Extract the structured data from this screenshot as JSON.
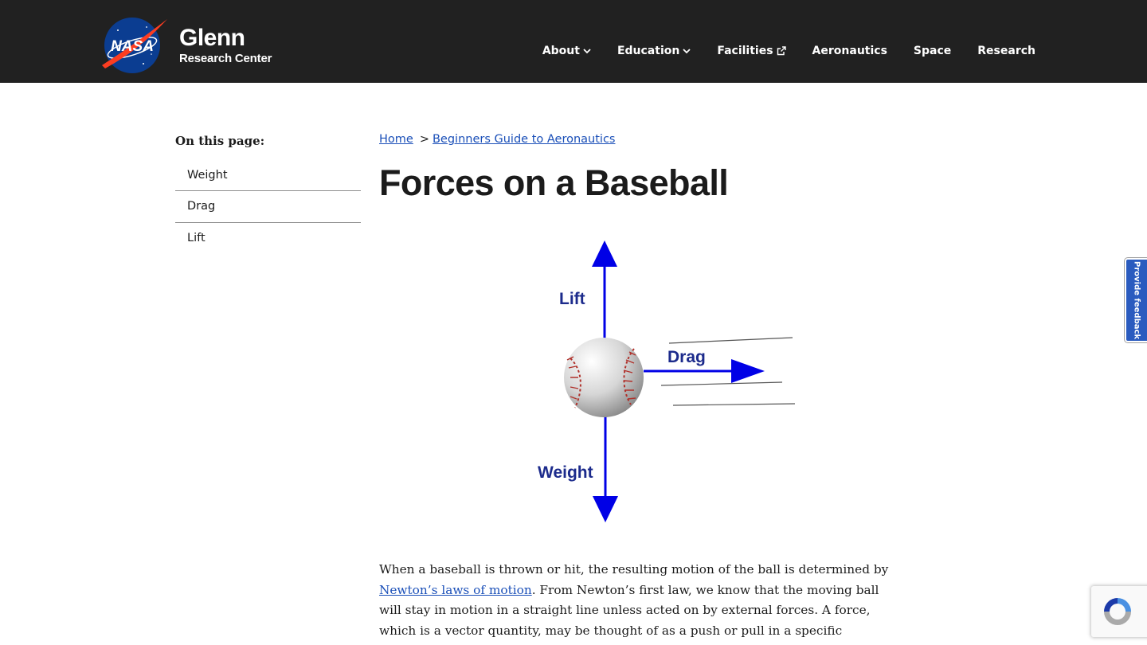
{
  "header": {
    "logo_title": "Glenn",
    "logo_subtitle": "Research Center",
    "nav": [
      {
        "label": "About",
        "icon": "chevron-down-icon"
      },
      {
        "label": "Education",
        "icon": "chevron-down-icon"
      },
      {
        "label": "Facilities",
        "icon": "external-link-icon"
      },
      {
        "label": "Aeronautics"
      },
      {
        "label": "Space"
      },
      {
        "label": "Research"
      }
    ]
  },
  "sidebar": {
    "title": "On this page:",
    "items": [
      {
        "label": "Weight"
      },
      {
        "label": "Drag"
      },
      {
        "label": "Lift"
      }
    ]
  },
  "breadcrumb": {
    "home": "Home",
    "separator": ">",
    "current": "Beginners Guide to Aeronautics"
  },
  "page": {
    "title": "Forces on a Baseball"
  },
  "figure": {
    "lift_label": "Lift",
    "drag_label": "Drag",
    "weight_label": "Weight",
    "arrow_color": "#0000e6",
    "label_color": "#1c2b8c"
  },
  "body": {
    "p1_before": "When a baseball is thrown or hit, the resulting motion of the ball is determined by ",
    "p1_link": "Newton’s laws of motion",
    "p1_after": ". From Newton’s first law, we know that the moving ball will stay in motion in a straight line unless acted on by external forces. A force, which is a vector quantity, may be thought of as a push or pull in a specific direction. If the"
  },
  "feedback": {
    "label": "Provide feedback"
  },
  "colors": {
    "header_bg": "#212121",
    "link": "#1a4fb8",
    "feedback_bg": "#2a5bbf"
  }
}
